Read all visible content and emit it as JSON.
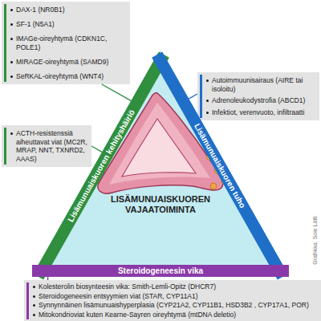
{
  "diagram": {
    "nodes": [
      {
        "text": [
          "DAX-1 (NR0B1)",
          "SF-1 (N5A1)",
          "IMAGe-oireyhtymä (CDKN1C, POLE1)",
          "MIRAGE-oireyhtymä (SAMD9)",
          "SeRKAL-oireyhtymä (WNT4)"
        ]
      },
      {
        "text": [
          "Autoimmuunisairaus (AIRE tai isoloitu)",
          "Adrenoleukodystrofia (ABCD1)",
          "Infektiot, verenvuoto, infiltraatti"
        ]
      },
      {
        "text": [
          "ACTH-resistenssiä aiheuttavat viat (MC2R, MRAP, NNT, TXNRD2, AAAS)"
        ]
      },
      {
        "text": [
          "LISÄMUNUAISKUOREN VAJAATOIMINTA"
        ]
      },
      {
        "text": [
          "Lisämunuaiskuoren kehityshäiriö"
        ],
        "in": 3
      },
      {
        "text": [
          "Lisämunuaiskuoren tuho"
        ],
        "in": 3
      },
      {
        "text": [
          "Steroidogeneesin vika"
        ],
        "in": 3
      },
      {
        "text": [
          "Kolesterolin biosynteesin vika: Smith-Lemli-Opitz (DHCR7)",
          "Steroidogeneesin entsyymien viat (STAR, CYP11A1)",
          "Synnynnäinen lisämunuaishyperplasia (CYP21A2, CYP11B1, HSD3B2 , CYP17A1, POR)",
          "Mitokondrioviat kuten Kearne-Sayren oireyhtymä (mtDNA deletio)"
        ]
      }
    ],
    "edges": [
      {
        "from": 0,
        "to": 4,
        "arrow": "none"
      },
      {
        "from": 2,
        "to": 4,
        "arrow": "none"
      },
      {
        "from": 1,
        "to": 5,
        "arrow": "none"
      },
      {
        "from": 7,
        "to": 6,
        "arrow": "none"
      }
    ],
    "labels": [
      "Grafiikka: Sole Lätti"
    ]
  }
}
